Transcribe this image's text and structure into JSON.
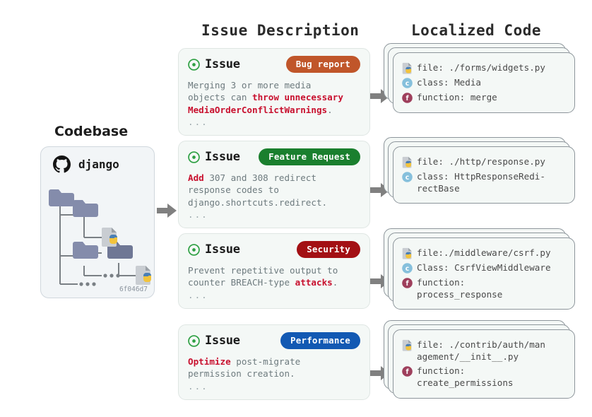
{
  "headings": {
    "codebase": "Codebase",
    "issue_description": "Issue Description",
    "localized_code": "Localized Code"
  },
  "codebase": {
    "repo_name": "django",
    "repo_icon": "github-logo-icon",
    "commit_hash": "6f046d7",
    "tree_ellipsis": "•••"
  },
  "icons": {
    "issue": "issue-open-circle-icon",
    "file": "python-file-icon",
    "class": "class-circle-icon",
    "function": "function-circle-icon",
    "arrow": "right-arrow-icon"
  },
  "colors": {
    "bug_report": "#c0562a",
    "feature_request": "#1a7f2e",
    "security": "#a31014",
    "performance": "#1259b3",
    "highlight_text": "#c8102e",
    "body_text": "#6e7b7f",
    "card_bg": "#f4f8f6",
    "arrow": "#808080"
  },
  "rows": [
    {
      "issue": {
        "title": "Issue",
        "badge": "Bug report",
        "badge_color": "#c0562a",
        "segments": [
          {
            "text": "Merging 3 or more media\nobjects can ",
            "bold": false
          },
          {
            "text": "throw unnecessary\nMediaOrderConflictWarnings",
            "bold": true
          },
          {
            "text": ".",
            "bold": false
          }
        ],
        "ellipsis": "..."
      },
      "code": {
        "lines": [
          {
            "icon": "python-file-icon",
            "text": "file: ./forms/widgets.py"
          },
          {
            "icon": "class-circle-icon",
            "text": "class: Media"
          },
          {
            "icon": "function-circle-icon",
            "text": "function: merge"
          }
        ]
      }
    },
    {
      "issue": {
        "title": "Issue",
        "badge": "Feature Request",
        "badge_color": "#1a7f2e",
        "segments": [
          {
            "text": "Add",
            "bold": true
          },
          {
            "text": " 307 and 308 redirect\nresponse codes to\ndjango.shortcuts.redirect.",
            "bold": false
          }
        ],
        "ellipsis": "..."
      },
      "code": {
        "lines": [
          {
            "icon": "python-file-icon",
            "text": "file: ./http/response.py"
          },
          {
            "icon": "class-circle-icon",
            "text": "class: HttpResponseRedi-\nrectBase"
          }
        ]
      }
    },
    {
      "issue": {
        "title": "Issue",
        "badge": "Security",
        "badge_color": "#a31014",
        "segments": [
          {
            "text": "Prevent repetitive output to\ncounter BREACH-type ",
            "bold": false
          },
          {
            "text": "attacks",
            "bold": true
          },
          {
            "text": ".",
            "bold": false
          }
        ],
        "ellipsis": "..."
      },
      "code": {
        "lines": [
          {
            "icon": "python-file-icon",
            "text": "file:./middleware/csrf.py"
          },
          {
            "icon": "class-circle-icon",
            "text": "Class: CsrfViewMiddleware"
          },
          {
            "icon": "function-circle-icon",
            "text": "function:\nprocess_response"
          }
        ]
      }
    },
    {
      "issue": {
        "title": "Issue",
        "badge": "Performance",
        "badge_color": "#1259b3",
        "segments": [
          {
            "text": "Optimize",
            "bold": true
          },
          {
            "text": " post-migrate\npermission creation.",
            "bold": false
          }
        ],
        "ellipsis": "..."
      },
      "code": {
        "lines": [
          {
            "icon": "python-file-icon",
            "text": "file: ./contrib/auth/man\nagement/__init__.py"
          },
          {
            "icon": "function-circle-icon",
            "text": "function:\ncreate_permissions"
          }
        ]
      }
    }
  ]
}
